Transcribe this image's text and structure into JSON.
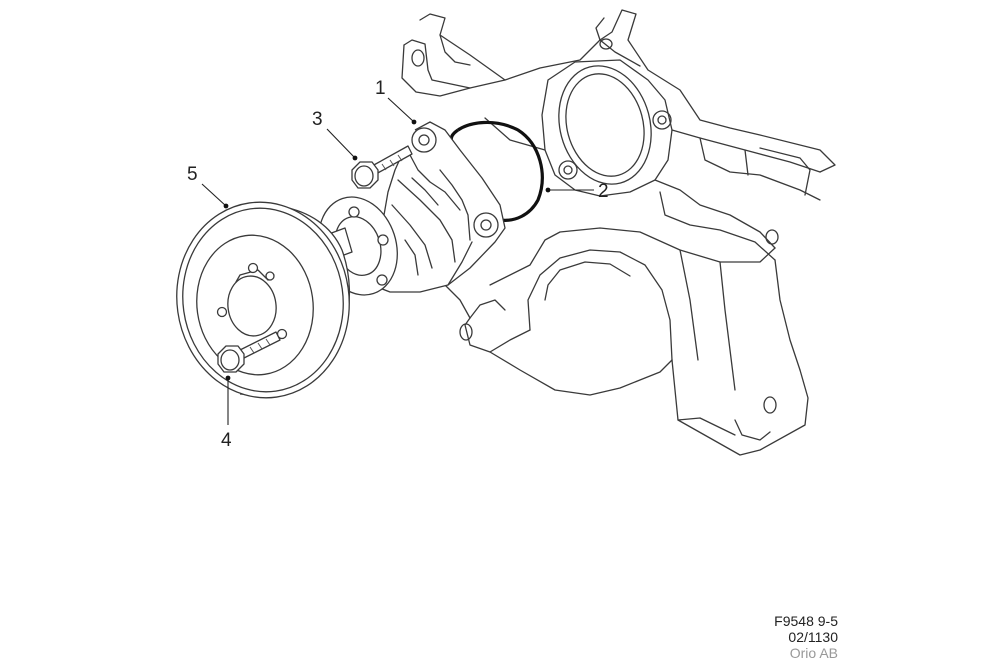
{
  "diagram": {
    "callouts": {
      "c1": "1",
      "c2": "2",
      "c3": "3",
      "c4": "4",
      "c5": "5"
    }
  },
  "footer": {
    "code": "F9548 9-5",
    "date": "02/1130",
    "owner": "Orio AB"
  }
}
